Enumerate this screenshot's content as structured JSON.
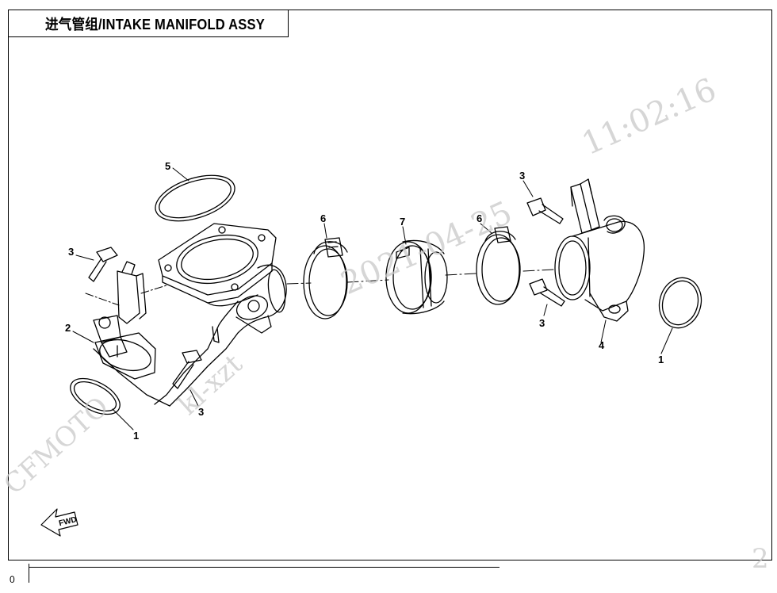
{
  "title": "进气管组/INTAKE MANIFOLD ASSY",
  "callouts": {
    "c5": "5",
    "c6a": "6",
    "c7": "7",
    "c6b": "6",
    "c3a": "3",
    "c3b": "3",
    "c3c": "3",
    "c3d": "3",
    "c2": "2",
    "c1a": "1",
    "c1b": "1",
    "c4": "4"
  },
  "fwd_label": "FWD",
  "watermark": {
    "brand": "CFMOTO",
    "user": "kl-xzt",
    "date": "2021-04-25",
    "time": "11:02:16",
    "corner": "2"
  },
  "footer_mark": "0",
  "colors": {
    "line": "#000000",
    "watermark": "#c8c8c8",
    "background": "#ffffff"
  }
}
